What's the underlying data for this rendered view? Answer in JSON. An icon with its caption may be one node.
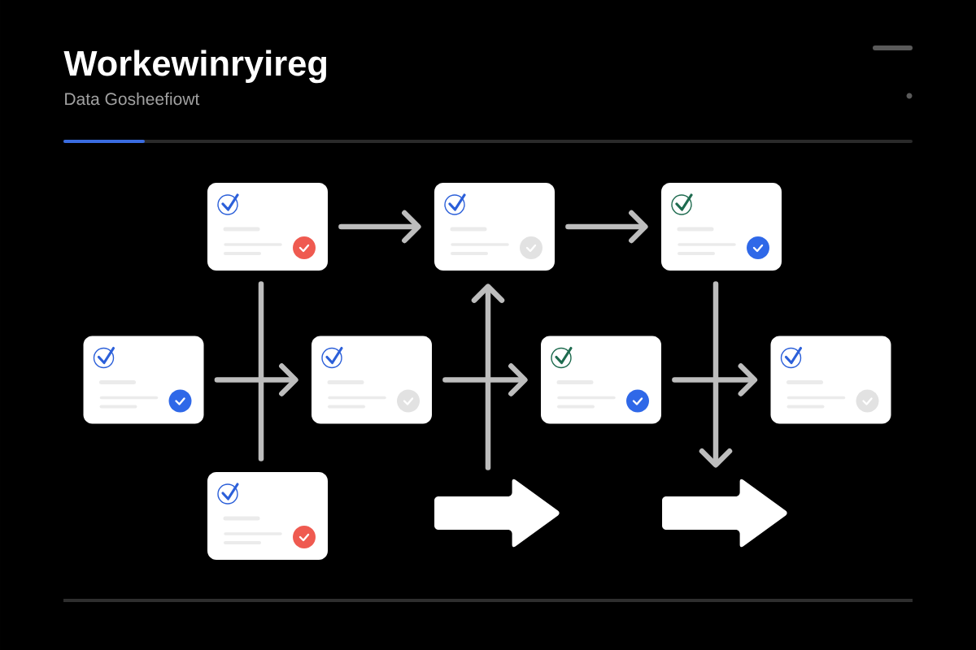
{
  "diagram": {
    "title": "Workewinryireg",
    "nodes": [
      {
        "text": [],
        "shape": "box"
      },
      {
        "text": [],
        "shape": "box"
      },
      {
        "text": [],
        "shape": "box"
      },
      {
        "text": [],
        "shape": "box"
      },
      {
        "text": [],
        "shape": "box"
      },
      {
        "text": [],
        "shape": "box"
      },
      {
        "text": [],
        "shape": "box"
      },
      {
        "text": [],
        "shape": "box"
      },
      {
        "text": [],
        "shape": "arrow"
      },
      {
        "text": [],
        "shape": "arrow"
      }
    ],
    "edges": [
      {
        "from": 0,
        "to": 1,
        "arrow": "to"
      },
      {
        "from": 1,
        "to": 2,
        "arrow": "to"
      },
      {
        "from": 3,
        "to": 4,
        "arrow": "to"
      },
      {
        "from": 4,
        "to": 5,
        "arrow": "to"
      },
      {
        "from": 5,
        "to": 6,
        "arrow": "to"
      },
      {
        "from": 0,
        "to": 7,
        "arrow": "none"
      },
      {
        "from": 8,
        "to": 1,
        "arrow": "to"
      },
      {
        "from": 2,
        "to": 9,
        "arrow": "to"
      }
    ],
    "labels": [
      "Data Gosheefiowt"
    ]
  }
}
